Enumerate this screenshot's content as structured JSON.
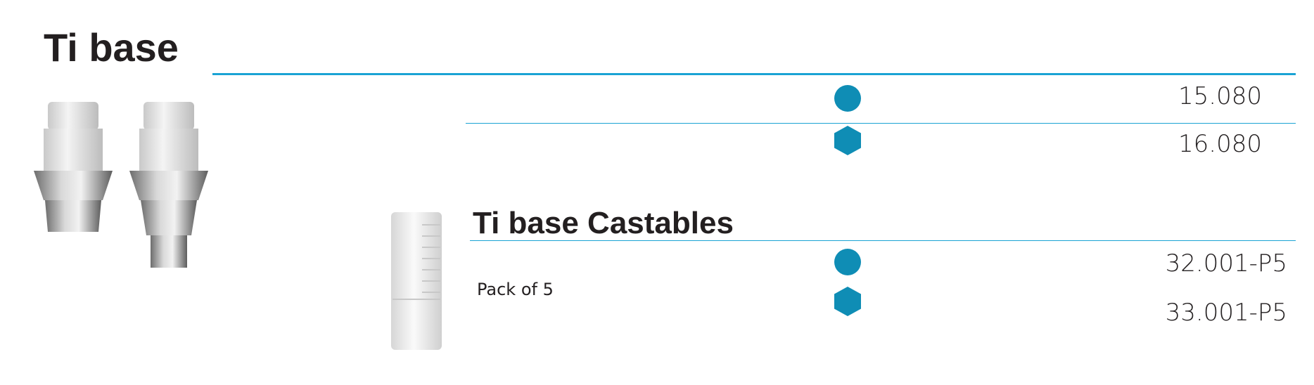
{
  "page": {
    "title": "Ti base",
    "subtitle": "Ti base Castables",
    "note": "Pack of 5",
    "accent_color": "#1aa3d4",
    "icon_color": "#0f8db5"
  },
  "ti_base_rows": [
    {
      "icon": "circle-icon",
      "code": "15.080"
    },
    {
      "icon": "hexagon-icon",
      "code": "16.080"
    }
  ],
  "castable_rows": [
    {
      "icon": "circle-icon",
      "code": "32.001-P5"
    },
    {
      "icon": "hexagon-icon",
      "code": "33.001-P5"
    }
  ]
}
